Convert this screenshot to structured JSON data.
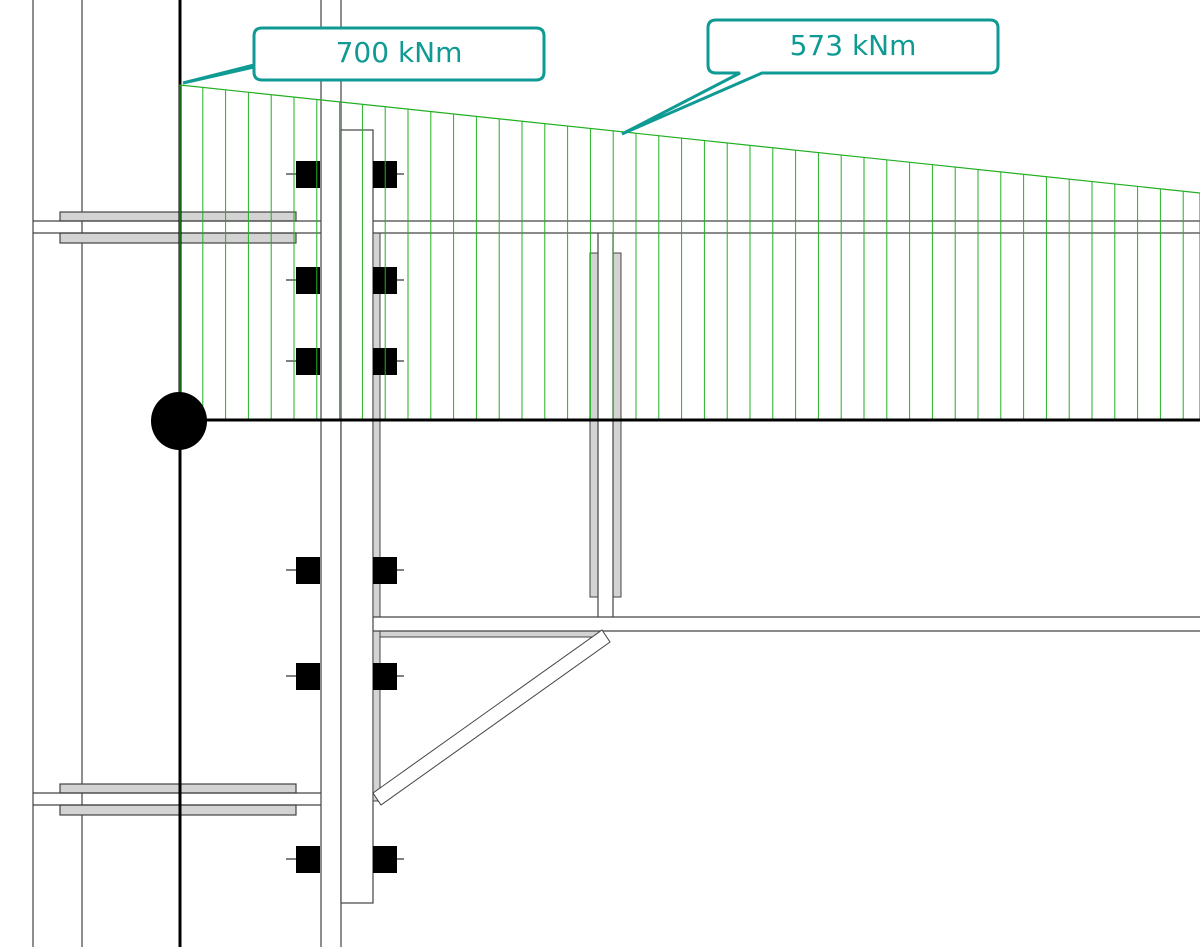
{
  "callouts": [
    {
      "label": "700 kNm"
    },
    {
      "label": "573 kNm"
    }
  ],
  "moment_diagram": {
    "start_value_kNm": 700,
    "marked_value_kNm": 573
  },
  "colors": {
    "diagram": "#22b022",
    "callout": "#0f9a94",
    "steel": "#444444",
    "plate_fill": "#d3d3d3",
    "bolt": "#000000"
  }
}
